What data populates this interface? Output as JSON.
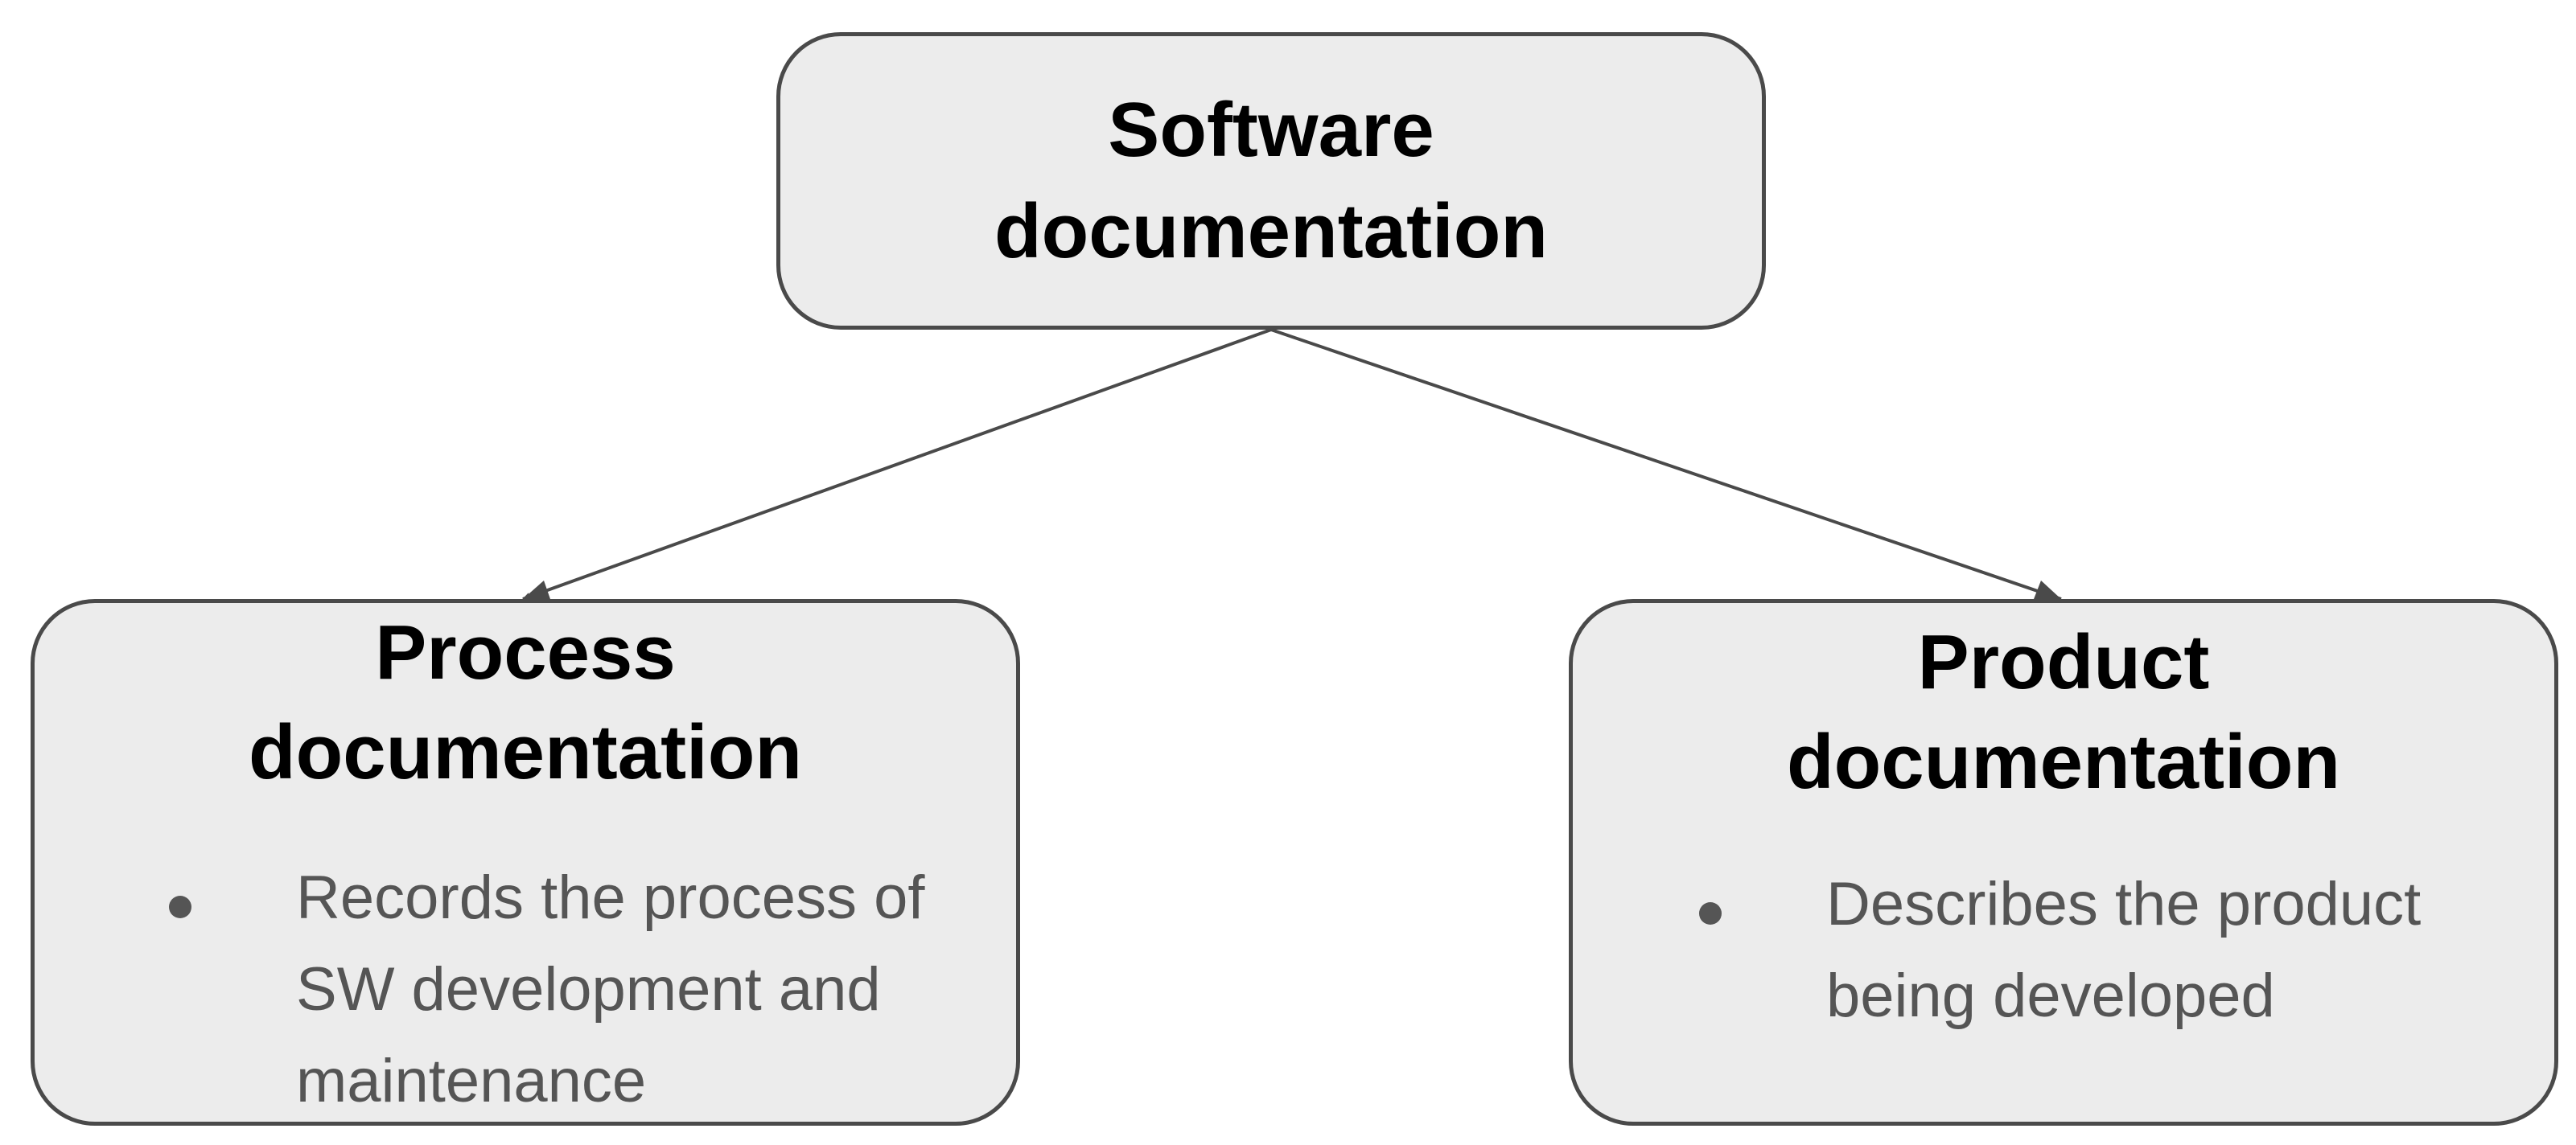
{
  "diagram": {
    "root": {
      "title": "Software\ndocumentation"
    },
    "children": [
      {
        "title": "Process\ndocumentation",
        "bullets": [
          "Records the process of\nSW development and\nmaintenance"
        ]
      },
      {
        "title": "Product\ndocumentation",
        "bullets": [
          "Describes the product\nbeing developed"
        ]
      }
    ],
    "colors": {
      "box_fill": "#ececec",
      "box_border": "#4a4a4a",
      "title_text": "#000000",
      "bullet_text": "#555555",
      "connector": "#4a4a4a"
    }
  }
}
